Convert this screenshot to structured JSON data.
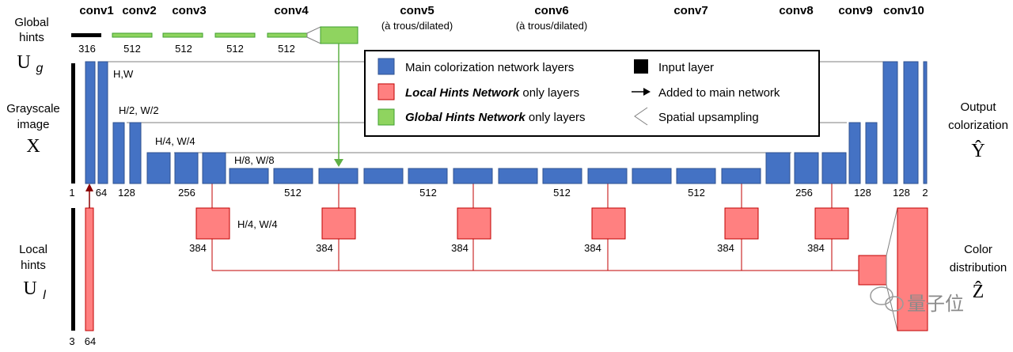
{
  "headers": {
    "conv1": "conv1",
    "conv2": "conv2",
    "conv3": "conv3",
    "conv4": "conv4",
    "conv5": "conv5",
    "conv5_sub": "(à trous/dilated)",
    "conv6": "conv6",
    "conv6_sub": "(à trous/dilated)",
    "conv7": "conv7",
    "conv8": "conv8",
    "conv9": "conv9",
    "conv10": "conv10"
  },
  "left_labels": {
    "global_1": "Global",
    "global_2": "hints",
    "global_sym": "U",
    "gray_1": "Grayscale",
    "gray_2": "image",
    "gray_sym": "X",
    "local_1": "Local",
    "local_2": "hints",
    "local_sym": "U"
  },
  "right_labels": {
    "out_1": "Output",
    "out_2": "colorization",
    "out_sym": "Ŷ",
    "dist_1": "Color",
    "dist_2": "distribution",
    "dist_sym": "Ẑ"
  },
  "global_counts": [
    "316",
    "512",
    "512",
    "512",
    "512"
  ],
  "main_counts": {
    "c1_in": "1",
    "c1": "64",
    "c2": "128",
    "c3": "256",
    "c4": "512",
    "c5": "512",
    "c6": "512",
    "c7": "512",
    "c8": "256",
    "c9": "128",
    "c10": "128",
    "out": "2"
  },
  "res_labels": {
    "r1": "H,W",
    "r2": "H/2, W/2",
    "r3": "H/4, W/4",
    "r4": "H/8, W/8",
    "local_res": "H/4, W/4"
  },
  "local_counts": [
    "384",
    "384",
    "384",
    "384",
    "384",
    "384"
  ],
  "local_input_counts": {
    "in": "3",
    "out": "64"
  },
  "legend": {
    "main": "Main colorization network layers",
    "local": "Local Hints Network",
    "local_suffix": " only layers",
    "global": "Global Hints Network",
    "global_suffix": " only layers",
    "input": "Input layer",
    "added": "Added to main network",
    "upsample": "Spatial upsampling"
  },
  "watermark": "量子位",
  "colors": {
    "main": "#4472c4",
    "main_stroke": "#2f528f",
    "local": "#ff8080",
    "local_stroke": "#c00000",
    "global": "#8fd45f",
    "global_stroke": "#3f9f2f",
    "input": "#000000"
  }
}
